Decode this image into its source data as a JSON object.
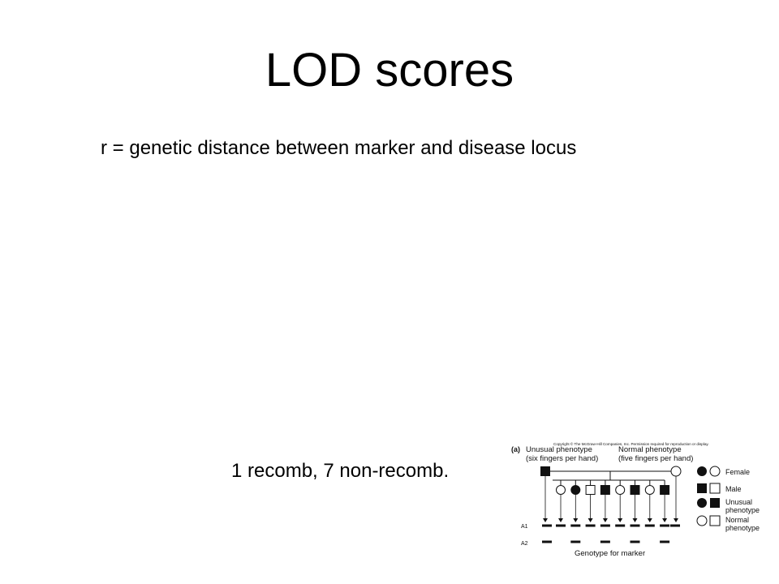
{
  "slide": {
    "title": "LOD scores",
    "subtitle": "r = genetic distance between marker and disease locus",
    "caption": "1 recomb, 7 non-recomb."
  },
  "figure": {
    "copyright": "Copyright © The McGraw-Hill Companies, Inc. Permission required for reproduction or display.",
    "panel_label": "(a)",
    "parent_left_label_1": "Unusual phenotype",
    "parent_left_label_2": "(six fingers per hand)",
    "parent_right_label_1": "Normal phenotype",
    "parent_right_label_2": "(five fingers per hand)",
    "marker_allele_1": "A1",
    "marker_allele_2": "A2",
    "genotype_label": "Genotype for marker",
    "legend": {
      "female": "Female",
      "male": "Male",
      "unusual_1": "Unusual",
      "unusual_2": "phenotype",
      "normal_1": "Normal",
      "normal_2": "phenotype"
    },
    "offspring": [
      {
        "sex": "female",
        "affected": false,
        "a2": false
      },
      {
        "sex": "female",
        "affected": true,
        "a2": true
      },
      {
        "sex": "male",
        "affected": false,
        "a2": false
      },
      {
        "sex": "male",
        "affected": true,
        "a2": true
      },
      {
        "sex": "female",
        "affected": false,
        "a2": false
      },
      {
        "sex": "male",
        "affected": true,
        "a2": true
      },
      {
        "sex": "female",
        "affected": false,
        "a2": false
      },
      {
        "sex": "male",
        "affected": true,
        "a2": true
      }
    ],
    "colors": {
      "ink": "#111111",
      "paper": "#ffffff"
    }
  }
}
